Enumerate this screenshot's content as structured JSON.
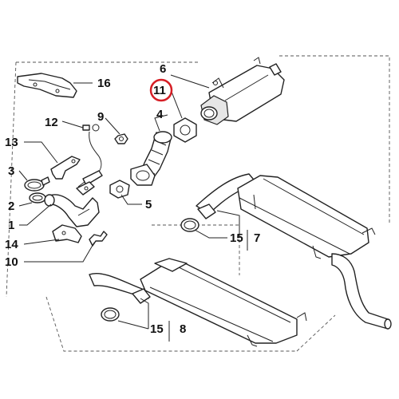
{
  "colors": {
    "line": "#222222",
    "highlight": "#d61f26",
    "background": "#ffffff"
  },
  "labels": {
    "l1": "1",
    "l2": "2",
    "l3": "3",
    "l4": "4",
    "l5": "5",
    "l6": "6",
    "l7": "7",
    "l8": "8",
    "l9": "9",
    "l10": "10",
    "l11": "11",
    "l12": "12",
    "l13": "13",
    "l14": "14",
    "l15a": "15",
    "l15b": "15",
    "l16": "16"
  }
}
